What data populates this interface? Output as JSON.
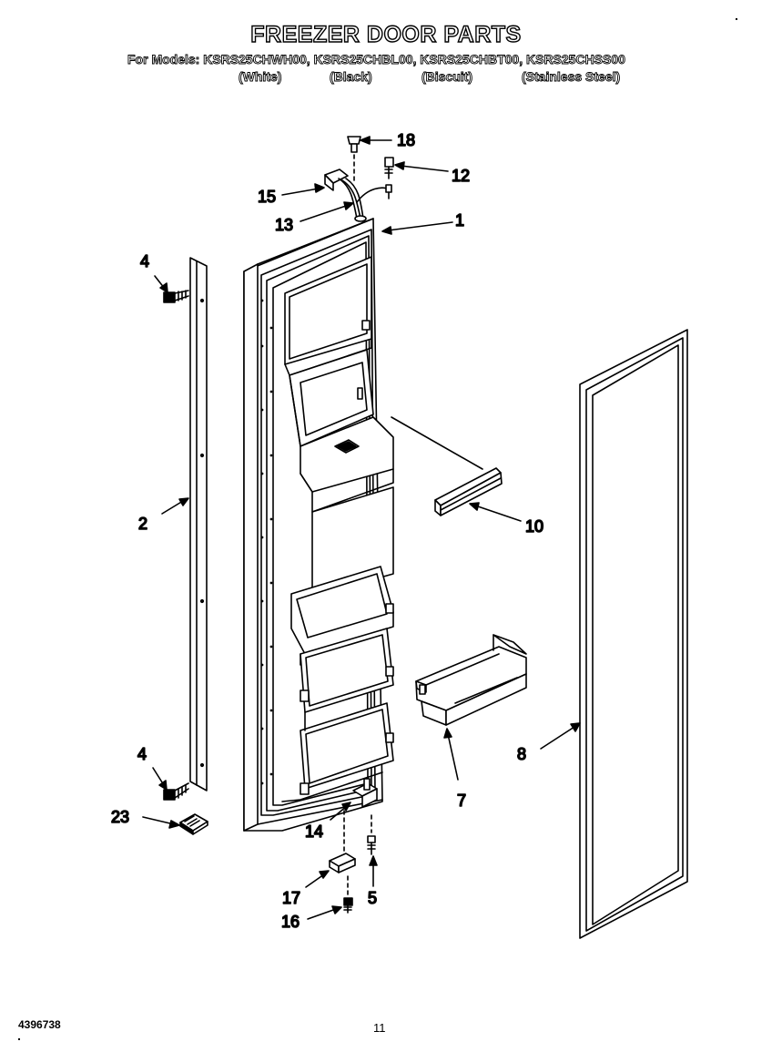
{
  "header": {
    "title": "FREEZER DOOR PARTS",
    "models_line": "For Models: KSRS25CHWH00, KSRS25CHBL00, KSRS25CHBT00, KSRS25CHSS00",
    "colors": [
      "(White)",
      "(Black)",
      "(Biscuit)",
      "(Stainless Steel)"
    ]
  },
  "callouts": {
    "c1": "1",
    "c2": "2",
    "c4a": "4",
    "c4b": "4",
    "c5": "5",
    "c7": "7",
    "c8": "8",
    "c10": "10",
    "c12": "12",
    "c13": "13",
    "c14": "14",
    "c15": "15",
    "c16": "16",
    "c17": "17",
    "c18": "18",
    "c23": "23"
  },
  "footer": {
    "doc_number": "4396738",
    "page_number": "11"
  }
}
